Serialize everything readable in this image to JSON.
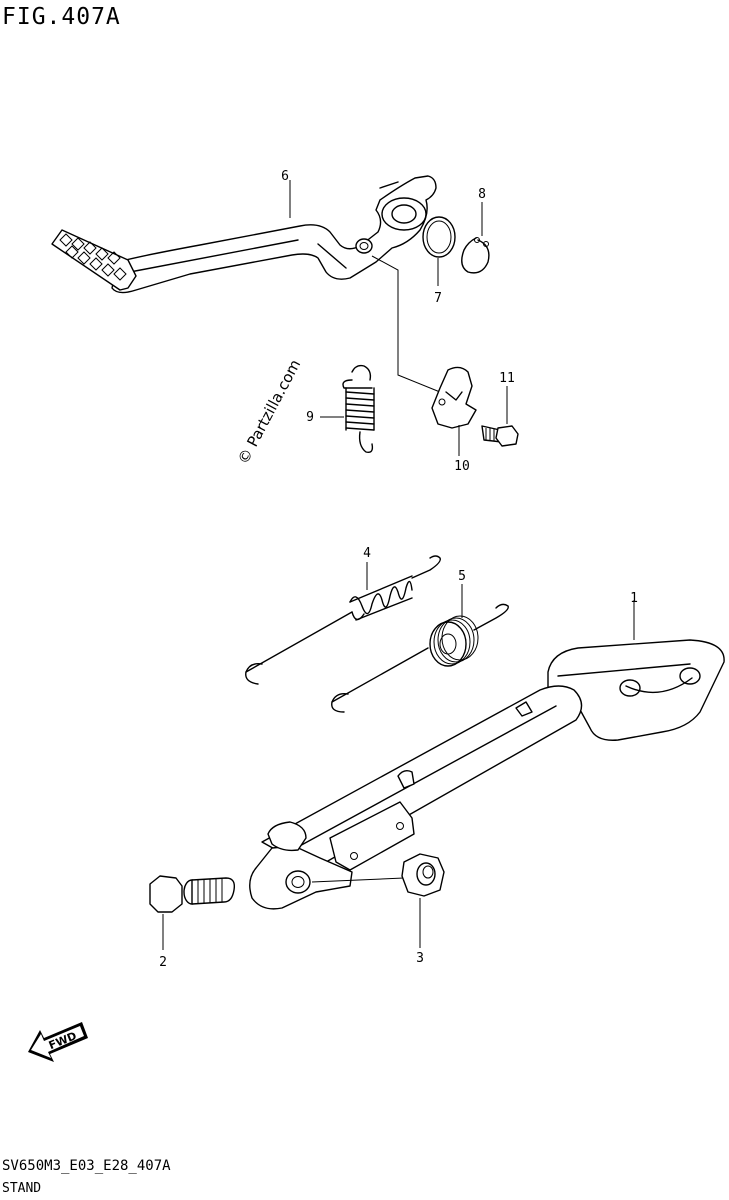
{
  "figure": {
    "title": "FIG.407A",
    "code": "SV650M3_E03_E28_407A",
    "name": "STAND",
    "watermark": "© Partzilla.com",
    "fwd_arrow_label": "FWD"
  },
  "callouts": [
    {
      "number": "1",
      "part": "side-stand"
    },
    {
      "number": "2",
      "part": "stand-bolt"
    },
    {
      "number": "3",
      "part": "stand-nut"
    },
    {
      "number": "4",
      "part": "stand-spring-outer"
    },
    {
      "number": "5",
      "part": "stand-spring-inner"
    },
    {
      "number": "6",
      "part": "gear-shift-lever"
    },
    {
      "number": "7",
      "part": "washer"
    },
    {
      "number": "8",
      "part": "circlip"
    },
    {
      "number": "9",
      "part": "lever-spring"
    },
    {
      "number": "10",
      "part": "lever-stopper"
    },
    {
      "number": "11",
      "part": "stopper-bolt"
    }
  ]
}
